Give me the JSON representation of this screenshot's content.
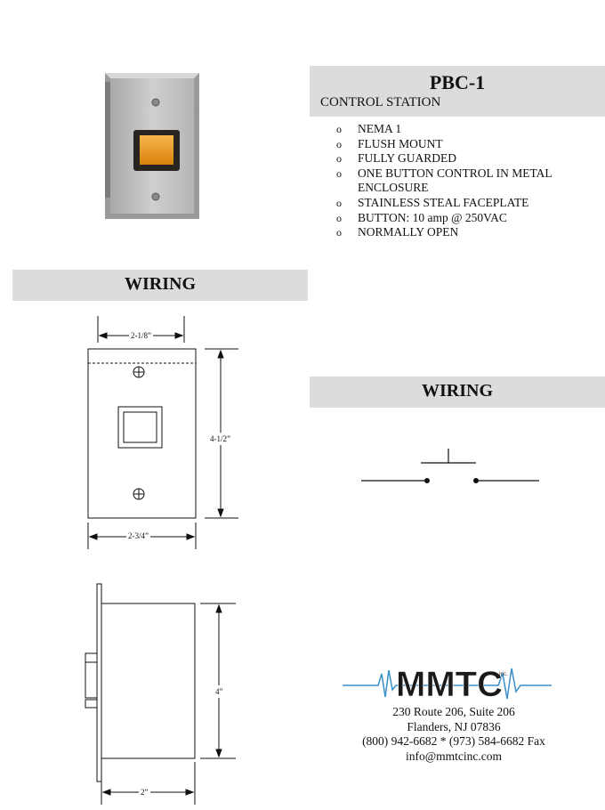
{
  "product": {
    "model": "PBC-1",
    "subtitle": "CONTROL STATION",
    "features": [
      "NEMA 1",
      "FLUSH MOUNT",
      "FULLY GUARDED",
      "ONE BUTTON CONTROL  IN METAL ENCLOSURE",
      "STAINLESS STEAL FACEPLATE",
      "BUTTON: 10 amp @ 250VAC",
      "NORMALLY OPEN"
    ],
    "bullet": "o"
  },
  "sections": {
    "wiring_left": "WIRING",
    "wiring_right": "WIRING"
  },
  "dimensions": {
    "top_width": "2-1/8”",
    "height": "4-1/2”",
    "bottom_width": "2-3/4”",
    "depth": "4”",
    "side_width": "2”"
  },
  "company": {
    "logo_text": "MMTC",
    "logo_suffix": "Inc.",
    "address_line1": "230 Route 206, Suite 206",
    "address_line2": "Flanders, NJ 07836",
    "phone": "(800) 942-6682 * (973) 584-6682 Fax",
    "email": "info@mmtcinc.com"
  }
}
